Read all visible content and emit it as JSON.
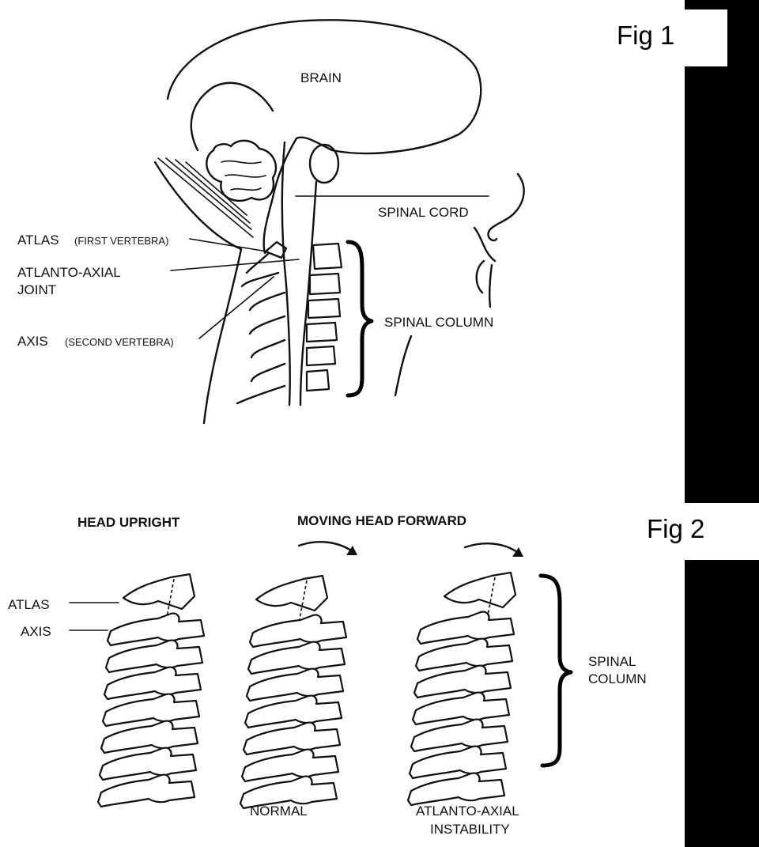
{
  "fig1": {
    "tag": "Fig 1",
    "labels": {
      "brain": "BRAIN",
      "spinal_cord": "SPINAL CORD",
      "atlas": "ATLAS",
      "atlas_sub": "(FIRST VERTEBRA)",
      "atlanto_axial_line1": "ATLANTO-AXIAL",
      "atlanto_axial_line2": "JOINT",
      "axis": "AXIS",
      "axis_sub": "(SECOND VERTEBRA)",
      "spinal_column": "SPINAL COLUMN"
    }
  },
  "fig2": {
    "tag": "Fig 2",
    "headings": {
      "head_upright": "HEAD UPRIGHT",
      "moving_forward": "MOVING HEAD FORWARD"
    },
    "labels": {
      "atlas": "ATLAS",
      "axis": "AXIS",
      "spinal_column_line1": "SPINAL",
      "spinal_column_line2": "COLUMN"
    },
    "captions": {
      "normal": "NORMAL",
      "instability_line1": "ATLANTO-AXIAL",
      "instability_line2": "INSTABILITY"
    }
  },
  "colors": {
    "ink": "#111111",
    "band": "#000000",
    "background": "#ffffff"
  }
}
